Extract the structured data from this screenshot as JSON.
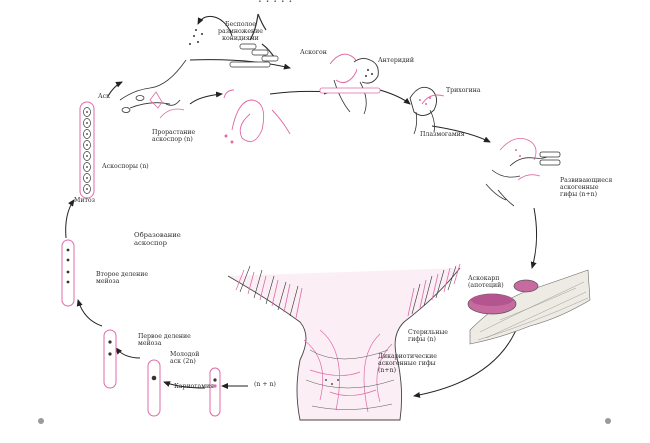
{
  "colors": {
    "outline": "#3a3a3a",
    "pink": "#e06aa8",
    "pinkFill": "#f6c9df",
    "purple": "#a5487a"
  },
  "labels": {
    "asexual": "Бесполое\nразмножение\nконидиями",
    "ascogon": "Аскогон",
    "antheridium": "Антеридий",
    "trichogyne": "Трихогина",
    "plasmogamy": "Плазмогамия",
    "developing_hyphae": "Развивающиеся\nаскогенные\nгифы (n+n)",
    "ascocarp": "Аскокарп\n(апотеций)",
    "sterile_hyphae": "Стерильные\nгифы (n)",
    "dikaryotic_hyphae": "Дикариотические\nаскогенные гифы\n(n+n)",
    "n_plus_n": "(n + n)",
    "karyogamy": "Кариогамия",
    "young_ascus": "Молодой\nаск (2n)",
    "first_division": "Первое деление\nмейоза",
    "second_division": "Второе деление\nмейоза",
    "ascospore_formation": "Образование\nаскоспор",
    "mitosis": "Митоз",
    "ascospores": "Аскоспоры (n)",
    "ascus": "Аск",
    "germination": "Прорастание\nаскоспор (n)"
  }
}
